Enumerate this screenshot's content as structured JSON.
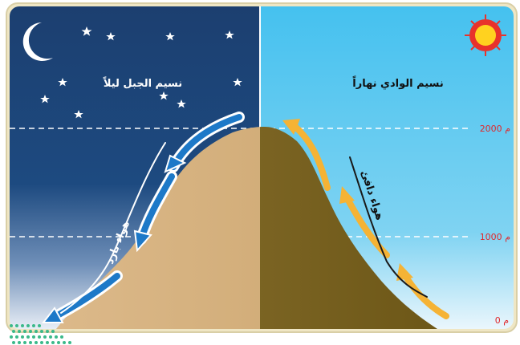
{
  "labels": {
    "night_title": "نسيم الجبل ليلاً",
    "day_title": "نسيم الوادي نهاراً",
    "cold_air": "هواء بارد",
    "warm_air": "هواء دافئ"
  },
  "altitude_labels": {
    "top": "2000 م",
    "mid": "1000 م",
    "base": "0 م"
  },
  "icons": {
    "moon": "crescent-moon-icon",
    "sun": "sun-icon",
    "stars": "star-icon"
  },
  "colors": {
    "night_sky": "#1d4a80",
    "day_sky": "#43c0ee",
    "mountain_light": "#d6b07a",
    "mountain_dark": "#7a6221",
    "cold_arrow": "#1d79c8",
    "warm_arrow": "#f5b335",
    "altitude_text": "#e0272b",
    "border": "#e9dfb8"
  }
}
